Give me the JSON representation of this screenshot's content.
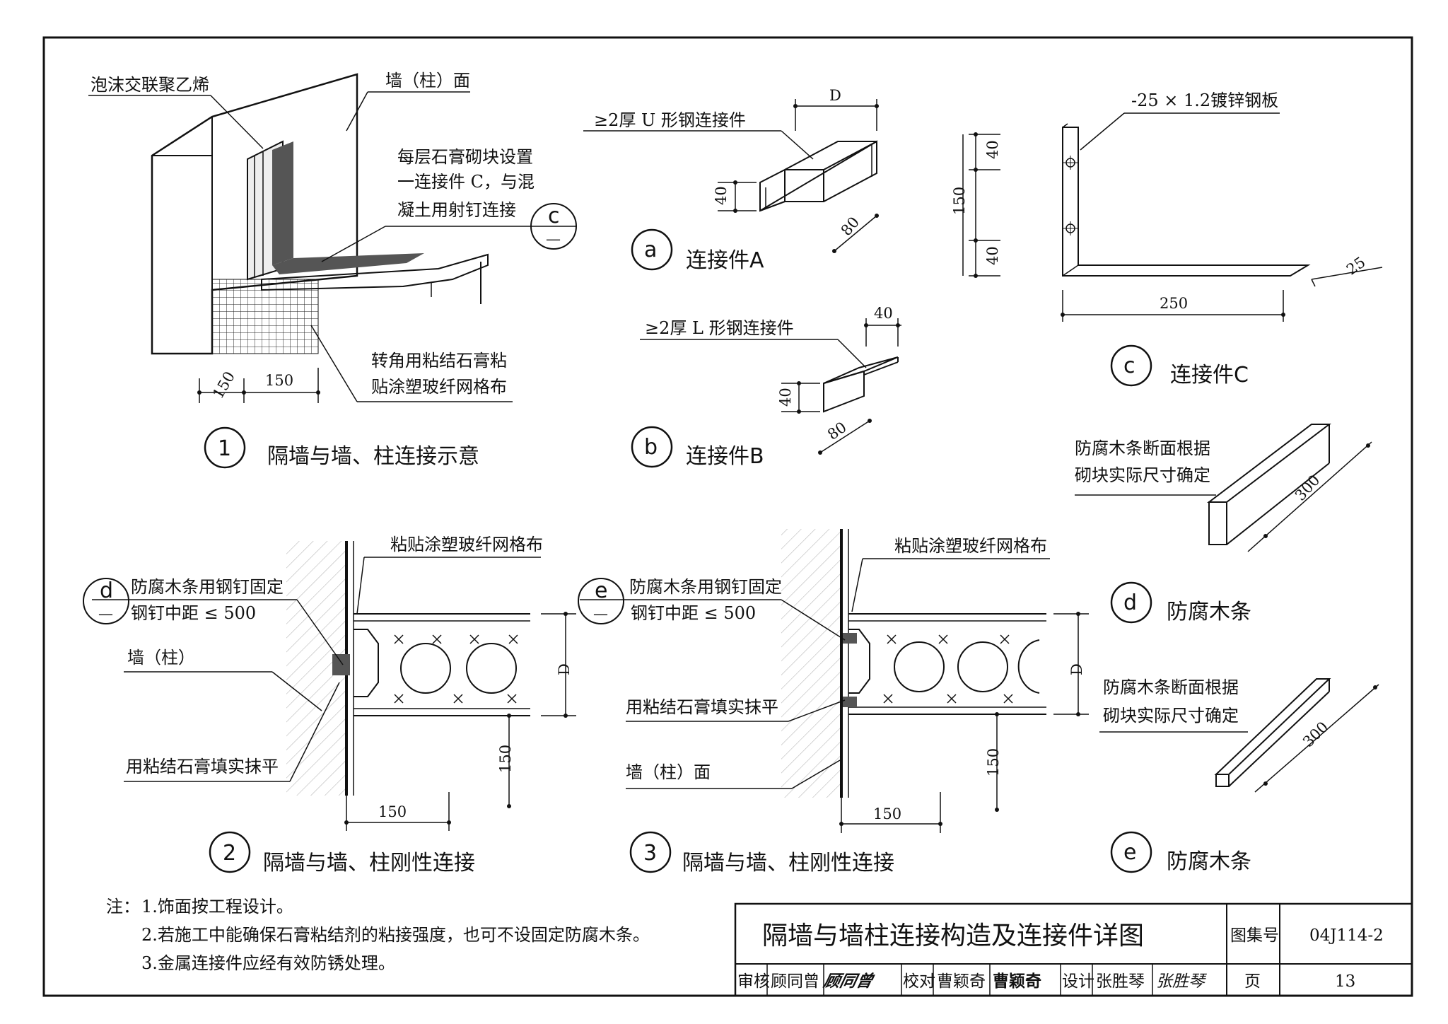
{
  "figure_1": {
    "number": "1",
    "caption": "隔墙与墙、柱连接示意",
    "label_foam": "泡沫交联聚乙烯",
    "label_wall_face": "墙（柱）面",
    "label_connector_note_1": "每层石膏砌块设置",
    "label_connector_note_2": "一连接件 C，与混",
    "label_connector_note_3": "凝土用射钉连接",
    "label_corner_1": "转角用粘结石膏粘",
    "label_corner_2": "贴涂塑玻纤网格布",
    "dim_a": "150",
    "dim_b": "150",
    "ref_letter": "c",
    "ref_dash": "—"
  },
  "figure_a": {
    "letter": "a",
    "caption": "连接件A",
    "label": "≥2厚 U 形钢连接件",
    "dim_d": "D",
    "dim_40": "40",
    "dim_80": "80"
  },
  "figure_b": {
    "letter": "b",
    "caption": "连接件B",
    "label": "≥2厚 L 形钢连接件",
    "dim_40_top": "40",
    "dim_40_side": "40",
    "dim_80": "80"
  },
  "figure_c": {
    "letter": "c",
    "caption": "连接件C",
    "label": "-25 × 1.2镀锌钢板",
    "dim_40_top": "40",
    "dim_150": "150",
    "dim_40_bottom": "40",
    "dim_250": "250",
    "dim_25": "25"
  },
  "figure_d": {
    "letter": "d",
    "caption": "防腐木条",
    "note_1": "防腐木条断面根据",
    "note_2": "砌块实际尺寸确定",
    "dim_300": "300"
  },
  "figure_e": {
    "letter": "e",
    "caption": "防腐木条",
    "note_1": "防腐木条断面根据",
    "note_2": "砌块实际尺寸确定",
    "dim_300": "300"
  },
  "figure_2": {
    "number": "2",
    "caption": "隔墙与墙、柱刚性连接",
    "label_mesh": "粘贴涂塑玻纤网格布",
    "label_nail_1": "防腐木条用钢钉固定",
    "label_nail_2": "钢钉中距 ≤ 500",
    "label_wall": "墙（柱）",
    "label_fill": "用粘结石膏填实抹平",
    "ref_letter": "d",
    "ref_dash": "—",
    "dim_d": "D",
    "dim_150_v": "150",
    "dim_150_h": "150"
  },
  "figure_3": {
    "number": "3",
    "caption": "隔墙与墙、柱刚性连接",
    "label_mesh": "粘贴涂塑玻纤网格布",
    "label_nail_1": "防腐木条用钢钉固定",
    "label_nail_2": "钢钉中距 ≤ 500",
    "label_fill": "用粘结石膏填实抹平",
    "label_wall_face": "墙（柱）面",
    "ref_letter": "e",
    "ref_dash": "—",
    "dim_d": "D",
    "dim_150_v": "150",
    "dim_150_h": "150"
  },
  "notes": {
    "prefix": "注：",
    "items": [
      "1.饰面按工程设计。",
      "2.若施工中能确保石膏粘结剂的粘接强度，也可不设固定防腐木条。",
      "3.金属连接件应经有效防锈处理。"
    ]
  },
  "title_block": {
    "title": "隔墙与墙柱连接构造及连接件详图",
    "atlas_label": "图集号",
    "atlas_no": "04J114-2",
    "review_label": "审核",
    "reviewer": "顾同曾",
    "reviewer_sig": "顾同曾",
    "check_label": "校对",
    "checker": "曹颖奇",
    "checker_sig": "曹颖奇",
    "design_label": "设计",
    "designer": "张胜琴",
    "designer_sig": "张胜琴",
    "page_label": "页",
    "page_no": "13"
  }
}
